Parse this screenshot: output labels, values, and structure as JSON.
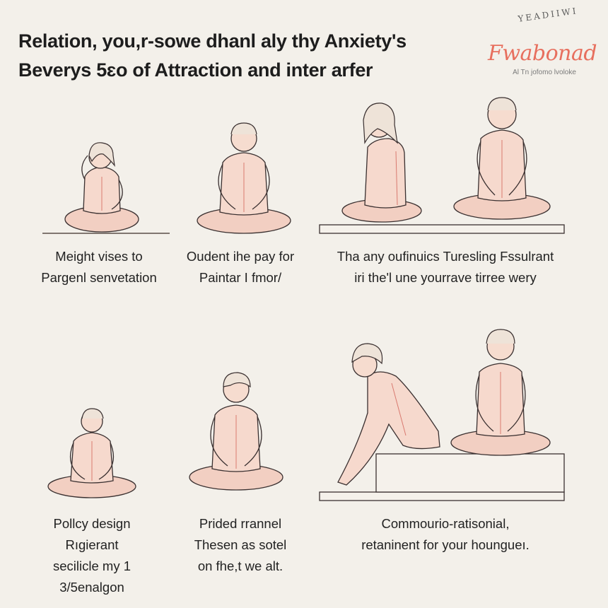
{
  "header": {
    "title_line1": "Relation, you,r-sowe dhanl aly thy Anxiety's",
    "title_line2": "Beverys 5ɛo of Attraction and inter arfer"
  },
  "logo": {
    "top_text": "YEADIIWI",
    "name": "Fwabonad",
    "subtitle": "Al Tn jofomo lvoloke"
  },
  "panels": [
    {
      "lines": [
        "Meight vises to",
        "Pargenl senvetation"
      ]
    },
    {
      "lines": [
        "Oudent ihe pay for",
        "Paintar I fmor/"
      ]
    },
    {
      "lines": [
        "Tha any oufinuics Turesling Fssulrant",
        "iri the'l une yourrave tirree wery"
      ]
    },
    {
      "lines": [
        "Pollcy design",
        "Rıgierant",
        "secilicle my 1",
        "3/5enalgon"
      ]
    },
    {
      "lines": [
        "Prided rrannel",
        "Thesen as sotel",
        "on fhe,t we alt."
      ]
    },
    {
      "lines": [
        "Commourio-ratisonial,",
        "retaninent for your houngueı."
      ]
    }
  ]
}
